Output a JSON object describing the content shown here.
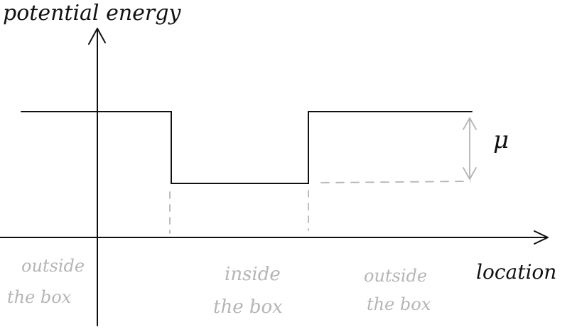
{
  "diagram": {
    "y_axis_label": "potential energy",
    "x_axis_label": "location",
    "step_label": "μ",
    "regions": [
      {
        "line1": "outside",
        "line2": "the box"
      },
      {
        "line1": "inside",
        "line2": "the box"
      },
      {
        "line1": "outside",
        "line2": "the box"
      }
    ],
    "colors": {
      "ink": "#111111",
      "pencil": "#b5b5b5",
      "background": "#ffffff"
    }
  }
}
